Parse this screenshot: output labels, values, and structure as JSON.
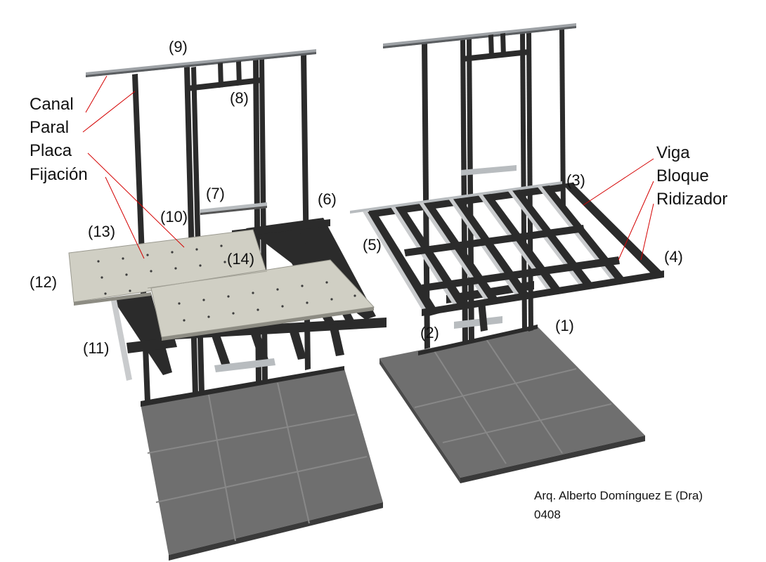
{
  "legend_left": [
    "Canal",
    "Paral",
    "Placa",
    "Fijación"
  ],
  "legend_right": [
    "Viga",
    "Bloque",
    "Ridizador"
  ],
  "callouts": [
    "(1)",
    "(2)",
    "(3)",
    "(4)",
    "(5)",
    "(6)",
    "(7)",
    "(8)",
    "(9)",
    "(10)",
    "(11)",
    "(12)",
    "(13)",
    "(14)"
  ],
  "credit": {
    "author": "Arq. Alberto Domínguez E (Dra)",
    "code": "0408"
  },
  "colors": {
    "steel": "#2b2b2b",
    "steel_light": "#b8bcbf",
    "board": "#d0cfc4",
    "slab": "#6f6f6f",
    "leader": "#d40000"
  }
}
